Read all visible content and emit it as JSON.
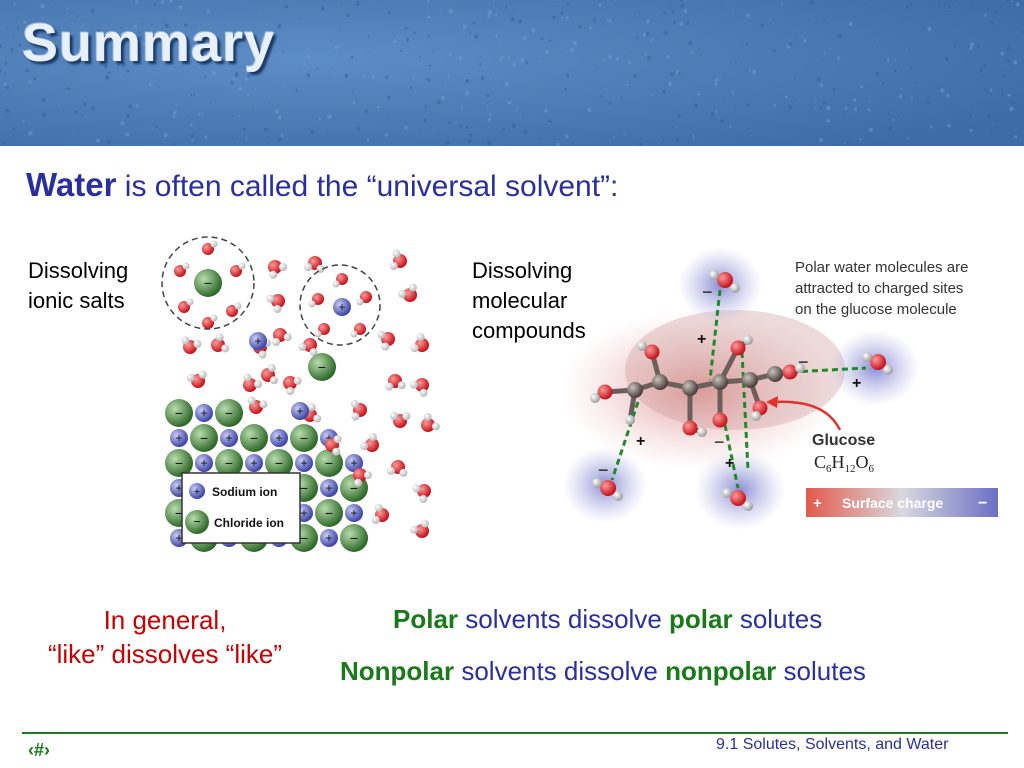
{
  "slide": {
    "title": "Summary",
    "subtitle_bold": "Water",
    "subtitle_rest": " is often called the “universal solvent”:",
    "left_label": [
      "Dissolving",
      "ionic salts"
    ],
    "right_label": [
      "Dissolving",
      "molecular",
      "compounds"
    ],
    "general_rule": [
      "In general,",
      "“like” dissolves “like”"
    ],
    "rule1": {
      "w1": "Polar",
      "w2": " solvents dissolve ",
      "w3": "polar",
      "w4": " solutes"
    },
    "rule2": {
      "w1": "Nonpolar",
      "w2": " solvents dissolve ",
      "w3": "nonpolar",
      "w4": " solutes"
    }
  },
  "ionic_figure": {
    "legend_sodium": "Sodium ion",
    "legend_chloride": "Chloride ion",
    "plus_sign": "+",
    "minus_sign": "−"
  },
  "glucose_figure": {
    "caption": [
      "Polar water molecules are",
      "attracted to charged sites",
      "on the glucose molecule"
    ],
    "name": "Glucose",
    "formula_c": "C",
    "formula_c_sub": "6",
    "formula_h": "H",
    "formula_h_sub": "12",
    "formula_o": "O",
    "formula_o_sub": "6",
    "surface_plus": "+",
    "surface_label": "Surface charge",
    "surface_minus": "−"
  },
  "footer": {
    "slide_number": "‹#›",
    "section": "9.1  Solutes, Solvents, and Water"
  },
  "colors": {
    "header_blue": "#4f7eb7",
    "title_text": "#e8f0fb",
    "body_navy": "#2a2f9e",
    "accent_green": "#1a7a1a",
    "accent_red": "#cc0000"
  }
}
